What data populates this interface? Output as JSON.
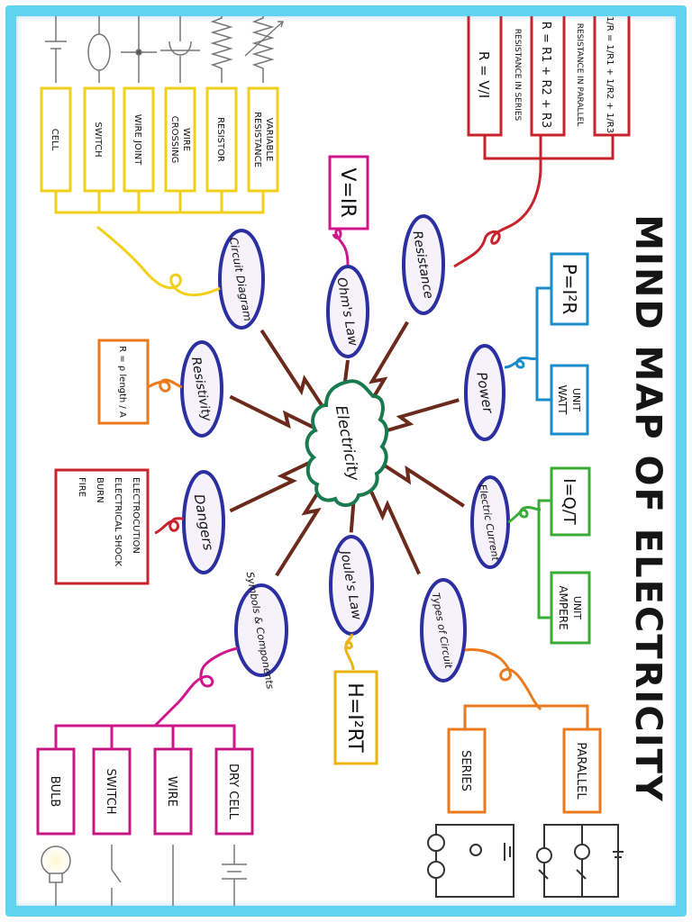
{
  "title": "MIND MAP OF ELECTRICITY",
  "center": {
    "label": "Electricity"
  },
  "branches": {
    "ohms_law": {
      "label": "Ohm's Law",
      "formula": "V=IR"
    },
    "resistance": {
      "label": "Resistance",
      "items": [
        "R = V/I",
        "R = R1 + R2 + R3",
        "RESISTANCE IN SERIES",
        "1/R = 1/R1 + 1/R2 + 1/R3",
        "RESISTANCE IN PARALLEL"
      ]
    },
    "power": {
      "label": "Power",
      "formula": "P=I²R",
      "unit_label": "UNIT",
      "unit_value": "WATT"
    },
    "electric_current": {
      "label": "Electric Current",
      "formula": "I=Q/T",
      "unit_label": "UNIT",
      "unit_value": "AMPERE"
    },
    "types_of_circuit": {
      "label": "Types of Circuit",
      "series": "SERIES",
      "parallel": "PARALLEL"
    },
    "joules_law": {
      "label": "Joule's Law",
      "formula": "H=I²RT"
    },
    "symbols": {
      "label": "Symbols & Components",
      "items": [
        "BULB",
        "SWITCH",
        "WIRE",
        "DRY CELL"
      ]
    },
    "dangers": {
      "label": "Dangers",
      "items": [
        "ELECTROCUTION",
        "ELECTRICAL SHOCK",
        "BURN",
        "FIRE"
      ]
    },
    "resistivity": {
      "label": "Resistivity",
      "formula": "R = ρ length / A"
    },
    "circuit_diagram": {
      "label": "Circuit Diagram",
      "items": [
        "CELL",
        "SWITCH",
        "WIRE JOINT",
        "WIRE CROSSING",
        "RESISTOR",
        "VARIABLE RESISTANCE"
      ]
    }
  },
  "colors": {
    "border": "#5fd3ef",
    "spoke": "#6b2a1c",
    "ellipse": "#2b2fa0",
    "ellipse_fill": "#f6f2fb",
    "center_outline": "#1a7a4f",
    "yellow": "#f2d019",
    "red": "#c8232c",
    "blue": "#1a8cc9",
    "green": "#3aab35",
    "orange": "#ea7a1e",
    "magenta": "#d0168c",
    "gold": "#e9b310",
    "pink_box": "#c61885",
    "dark": "#222222"
  }
}
